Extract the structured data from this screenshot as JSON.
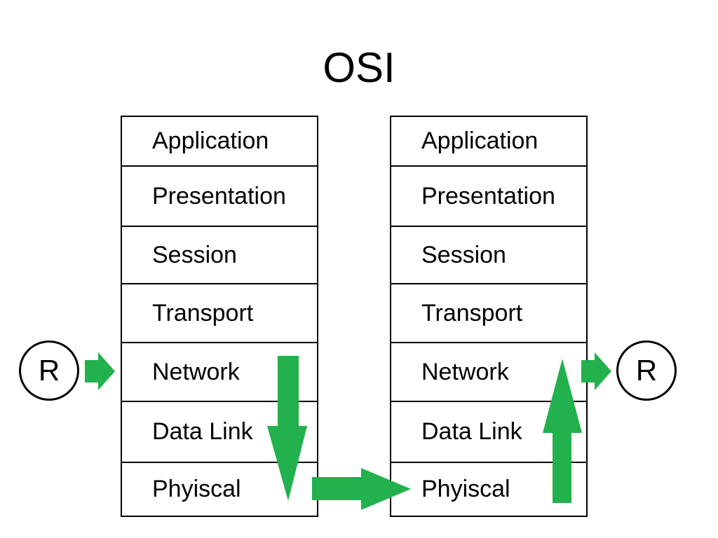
{
  "title": "OSI",
  "left_stack": {
    "layers": [
      "Application",
      "Presentation",
      "Session",
      "Transport",
      "Network",
      "Data Link",
      "Phyiscal"
    ]
  },
  "right_stack": {
    "layers": [
      "Application",
      "Presentation",
      "Session",
      "Transport",
      "Network",
      "Data Link",
      "Phyiscal"
    ]
  },
  "routers": {
    "left_label": "R",
    "right_label": "R"
  },
  "colors": {
    "arrow": "#22b14c",
    "line": "#000000",
    "background": "#ffffff"
  }
}
